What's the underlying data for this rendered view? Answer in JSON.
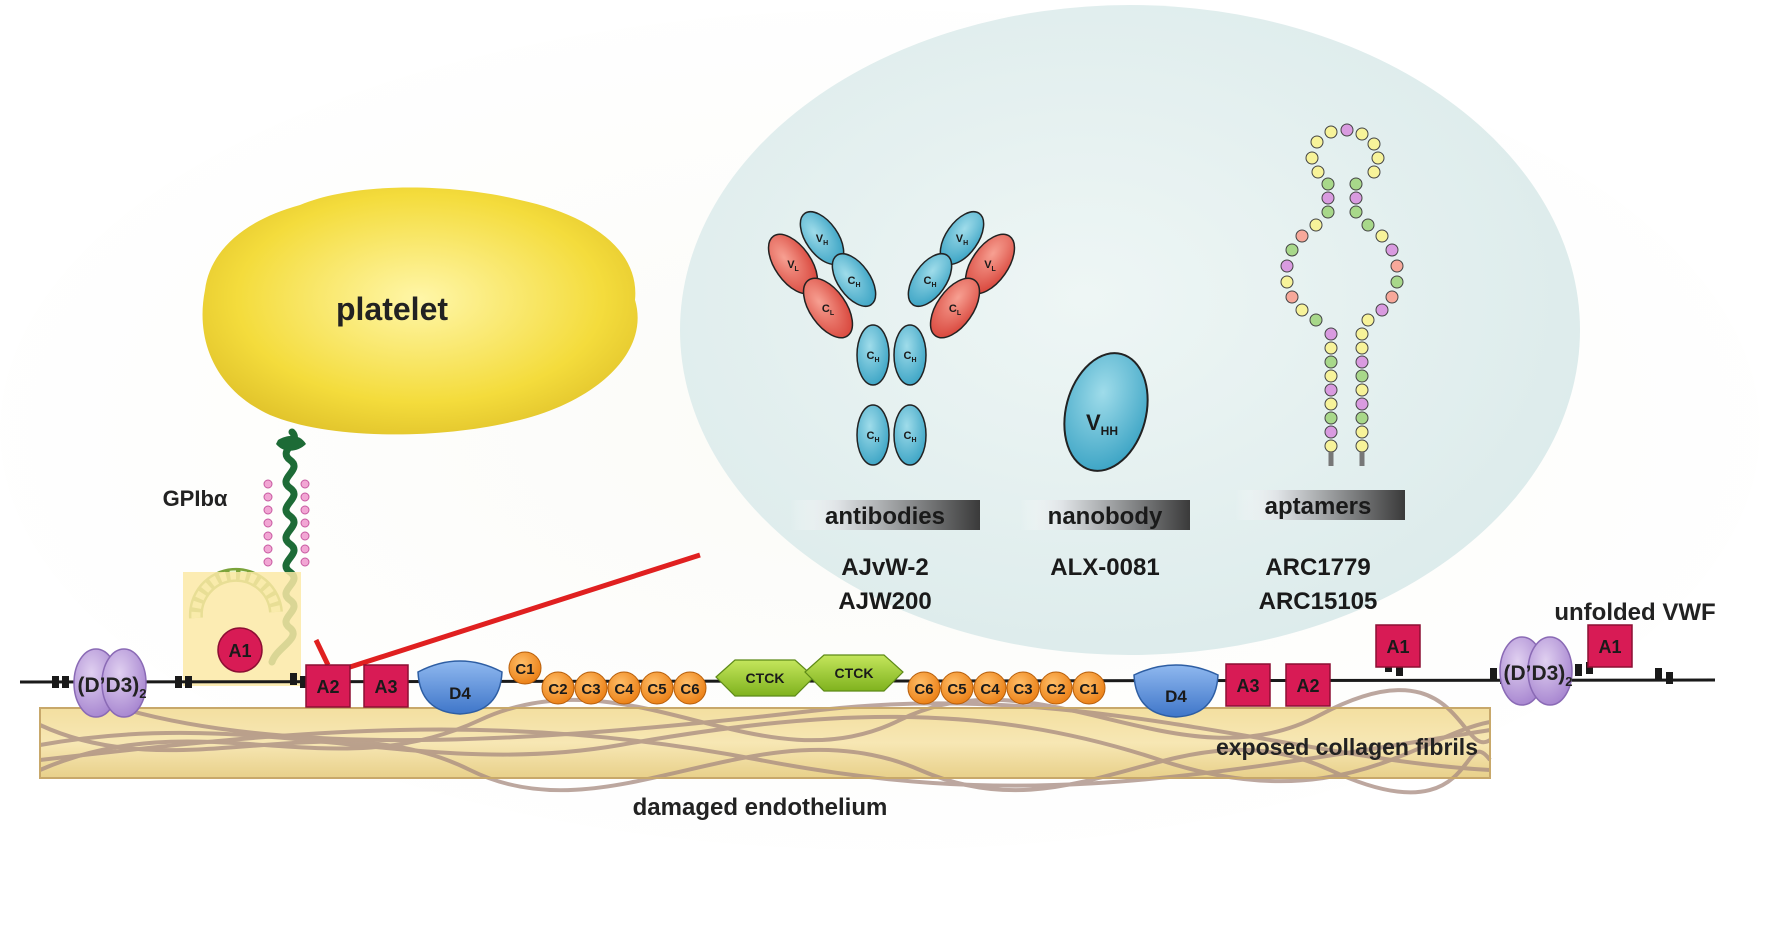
{
  "cell": {
    "label": "platelet"
  },
  "receptor": {
    "label": "GPIbα"
  },
  "inhibitors": {
    "antibodies": {
      "label": "antibodies",
      "names": [
        "AJvW-2",
        "AJW200"
      ],
      "domains": {
        "vh": "V",
        "vh_sub": "H",
        "vl": "V",
        "vl_sub": "L",
        "ch": "C",
        "ch_sub": "H",
        "cl": "C",
        "cl_sub": "L"
      }
    },
    "nanobody": {
      "label": "nanobody",
      "names": [
        "ALX-0081"
      ],
      "vhh": "V",
      "vhh_sub": "HH"
    },
    "aptamers": {
      "label": "aptamers",
      "names": [
        "ARC1779",
        "ARC15105"
      ]
    }
  },
  "vwf": {
    "label": "unfolded VWF",
    "d3_main": "(D’D3)",
    "d3_sub": "2",
    "domains_left": [
      "A1",
      "A2",
      "A3",
      "D4",
      "C1",
      "C2",
      "C3",
      "C4",
      "C5",
      "C6",
      "CTCK"
    ],
    "domains_right": [
      "CTCK",
      "C6",
      "C5",
      "C4",
      "C3",
      "C2",
      "C1",
      "D4",
      "A3",
      "A2",
      "A1",
      "A1"
    ]
  },
  "surface": {
    "collagen_label": "exposed collagen fibrils",
    "endothelium_label": "damaged endothelium"
  },
  "colors": {
    "platelet": "#f4dc3c",
    "panel": "#e4f0f0",
    "a_domain": "#d81b55",
    "c_domain": "#f08a1e",
    "ctck": "#9ccc2a",
    "d4": "#5a8fd8",
    "d3": "#b89ad6",
    "antibody_heavy": "#59b6cf",
    "antibody_light": "#e8584e",
    "inhibit_line": "#e02020",
    "gpib": "#1d6b36"
  }
}
